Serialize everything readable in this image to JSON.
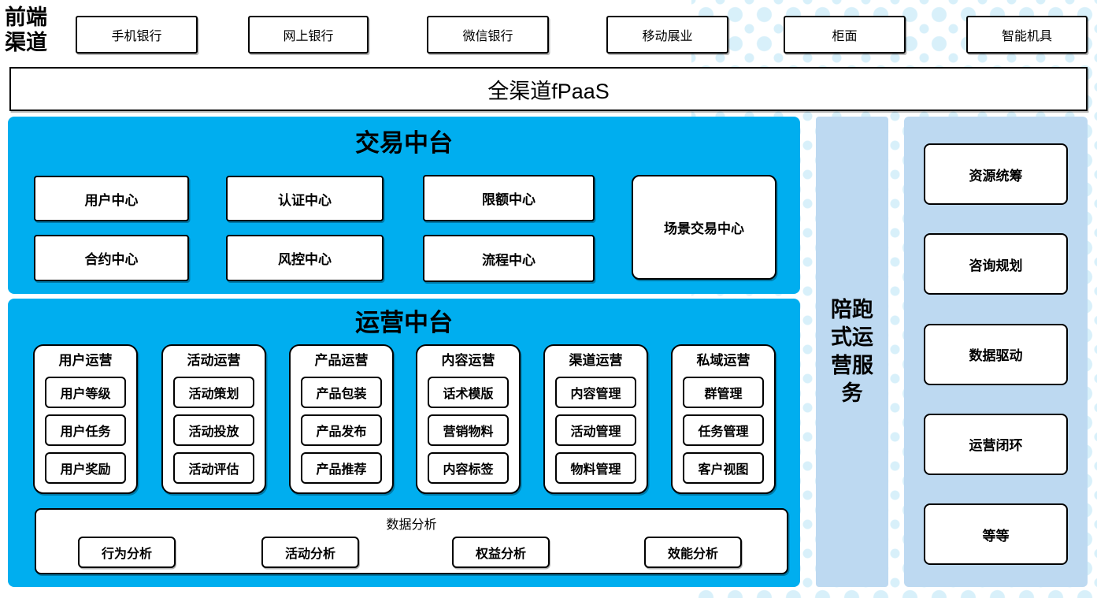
{
  "colors": {
    "primary_blue": "#00AEEF",
    "panel_light_blue": "#BDD9F1",
    "dot_pattern": "#D8F0FA",
    "box_border": "#000000"
  },
  "front": {
    "label": "前端渠道",
    "channels": [
      "手机银行",
      "网上银行",
      "微信银行",
      "移动展业",
      "柜面",
      "智能机具"
    ]
  },
  "fpaas_label": "全渠道fPaaS",
  "trade": {
    "title": "交易中台",
    "boxes": [
      "用户中心",
      "认证中心",
      "限额中心",
      "场景交易中心",
      "合约中心",
      "风控中心",
      "流程中心"
    ]
  },
  "ops": {
    "title": "运营中台",
    "groups": [
      {
        "title": "用户运营",
        "items": [
          "用户等级",
          "用户任务",
          "用户奖励"
        ]
      },
      {
        "title": "活动运营",
        "items": [
          "活动策划",
          "活动投放",
          "活动评估"
        ]
      },
      {
        "title": "产品运营",
        "items": [
          "产品包装",
          "产品发布",
          "产品推荐"
        ]
      },
      {
        "title": "内容运营",
        "items": [
          "话术模版",
          "营销物料",
          "内容标签"
        ]
      },
      {
        "title": "渠道运营",
        "items": [
          "内容管理",
          "活动管理",
          "物料管理"
        ]
      },
      {
        "title": "私域运营",
        "items": [
          "群管理",
          "任务管理",
          "客户视图"
        ]
      }
    ],
    "analysis": {
      "title": "数据分析",
      "items": [
        "行为分析",
        "活动分析",
        "权益分析",
        "效能分析"
      ]
    }
  },
  "side": {
    "strip_label": "陪跑式运营服务",
    "services": [
      {
        "label": "资源统筹",
        "emphasis": true
      },
      {
        "label": "咨询规划",
        "emphasis": false
      },
      {
        "label": "数据驱动",
        "emphasis": false
      },
      {
        "label": "运营闭环",
        "emphasis": true
      },
      {
        "label": "等等",
        "emphasis": false
      }
    ]
  }
}
